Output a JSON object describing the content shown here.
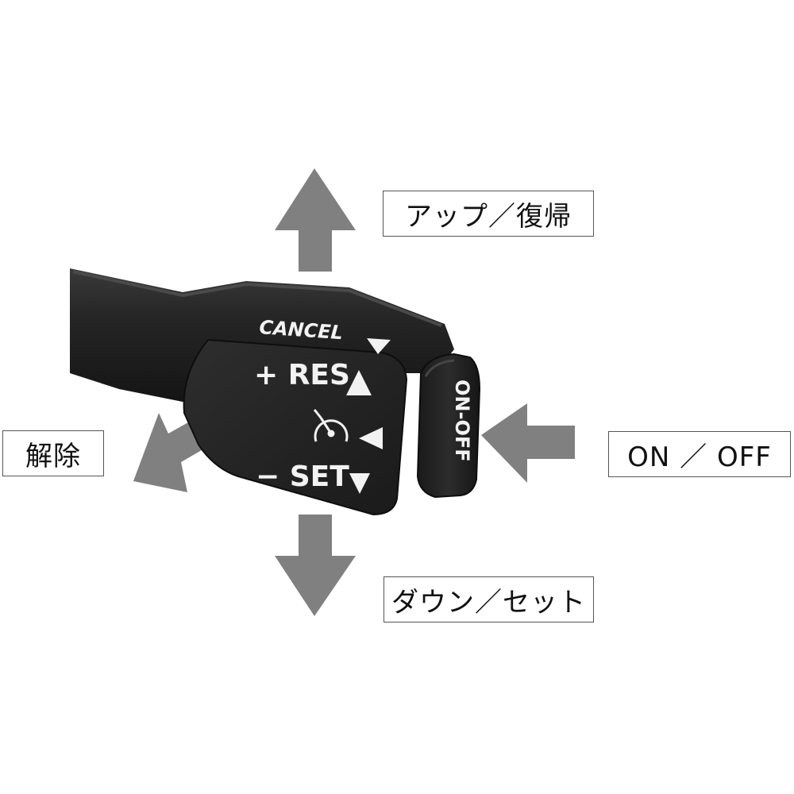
{
  "labels": {
    "up_resume": "アップ／復帰",
    "down_set": "ダウン／セット",
    "cancel": "解除",
    "on_off": "ON ／ OFF"
  },
  "lever": {
    "cancel_text": "CANCEL",
    "res_text": "+ RES",
    "set_text": "− SET",
    "onoff_text": "ON-OFF"
  },
  "icons": {
    "cruise": "speedometer-icon",
    "arrow_up": "triangle-up-icon",
    "arrow_down": "triangle-down-icon",
    "arrow_left": "triangle-left-icon"
  },
  "colors": {
    "arrow": "#808080",
    "lever_body": "#1f1f1f",
    "lever_print": "#f2f2f2",
    "label_border": "#555555"
  }
}
